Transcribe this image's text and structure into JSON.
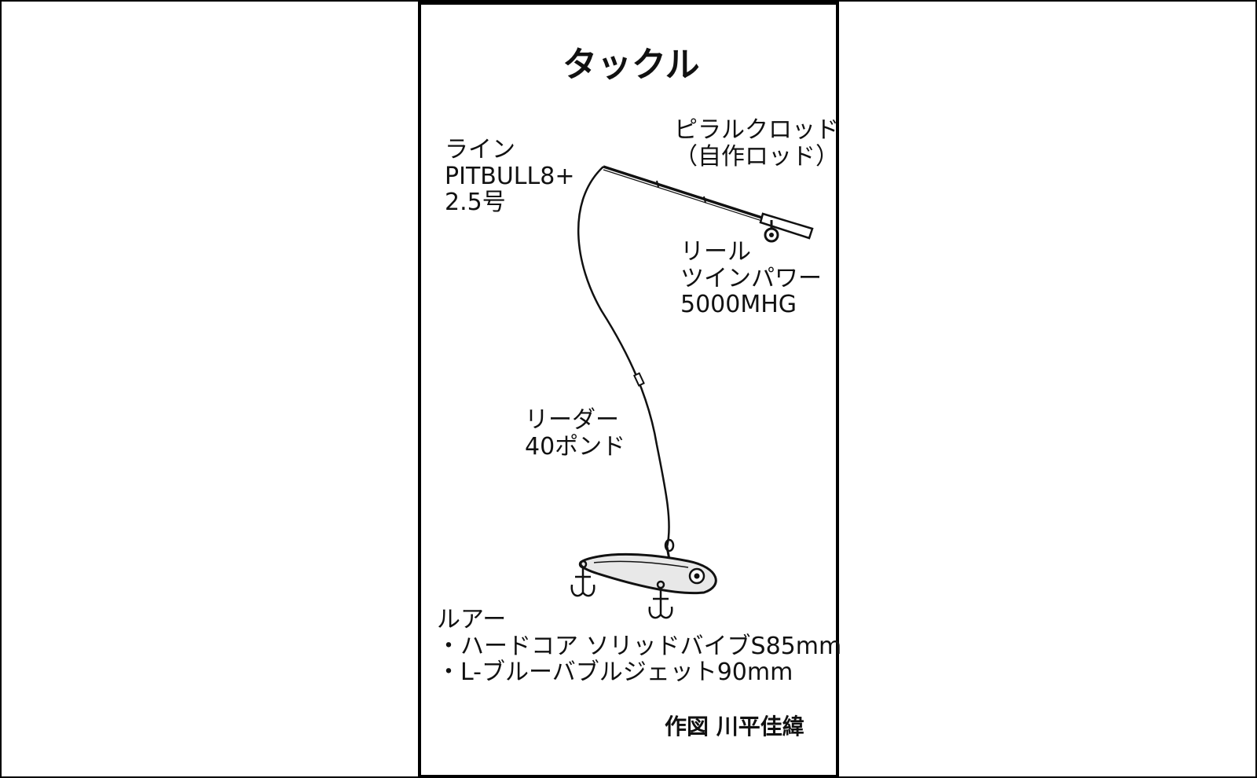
{
  "title": "タックル",
  "line": {
    "l1": "ライン",
    "l2": "PITBULL8+",
    "l3": "2.5号"
  },
  "rod": {
    "l1": "ピラルクロッド",
    "l2": "（自作ロッド）"
  },
  "reel": {
    "l1": "リール",
    "l2": "ツインパワー",
    "l3": "5000MHG"
  },
  "leader": {
    "l1": "リーダー",
    "l2": "40ポンド"
  },
  "lure": {
    "l1": "ルアー",
    "l2": "・ハードコア ソリッドバイブS85mm",
    "l3": "・L-ブルーバブルジェット90mm"
  },
  "credit": "作図 川平佳緯",
  "colors": {
    "ink": "#111111",
    "background": "#ffffff",
    "lure_body": "#e8e8e8"
  }
}
